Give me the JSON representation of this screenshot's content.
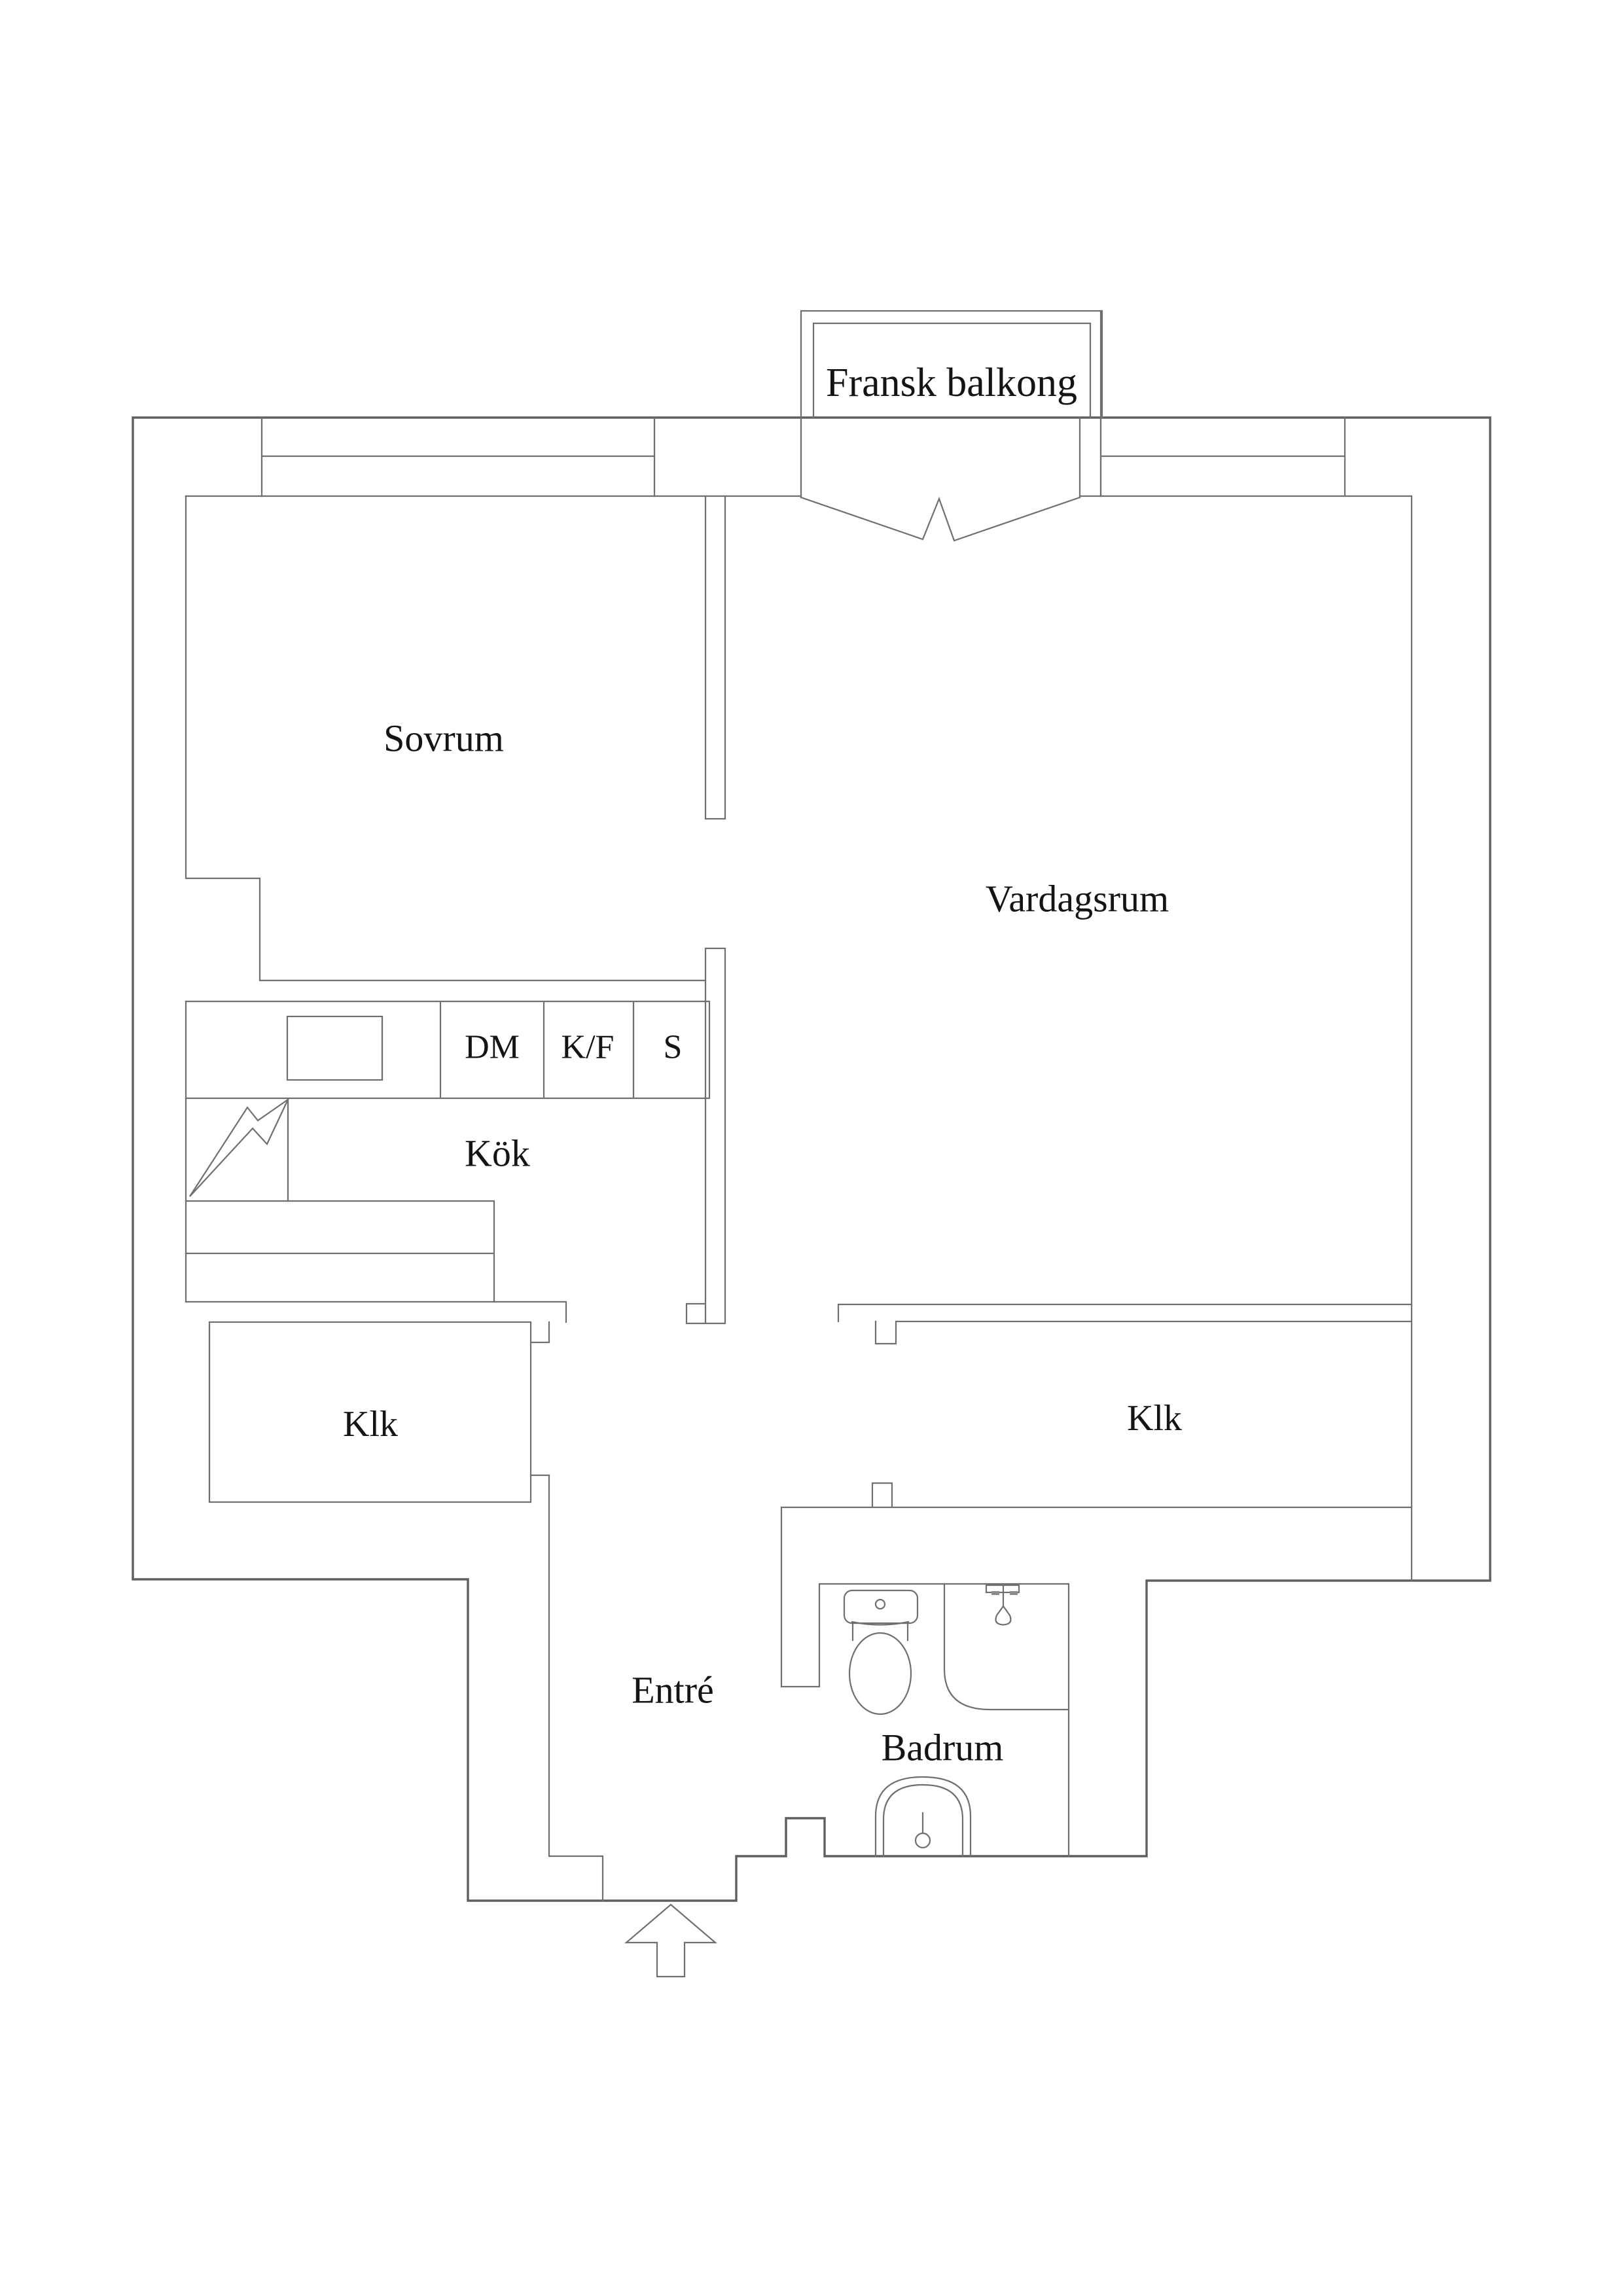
{
  "plan": {
    "balcony_label": "Fransk balkong",
    "rooms": {
      "bedroom": "Sovrum",
      "living": "Vardagsrum",
      "kitchen": "Kök",
      "closet_left": "Klk",
      "closet_right": "Klk",
      "entry": "Entré",
      "bathroom": "Badrum"
    },
    "appliances": {
      "dishwasher": "DM",
      "fridge_freezer": "K/F",
      "stove": "S"
    },
    "colors": {
      "line": "#6f6f6f",
      "outer_line": "#5e5e5e",
      "text": "#141414",
      "background": "#ffffff"
    }
  }
}
